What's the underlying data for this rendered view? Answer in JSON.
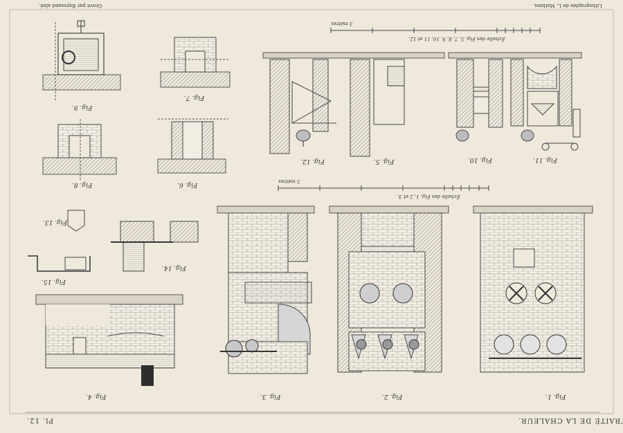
{
  "plate": {
    "title": "TRAITÉ DE LA CHALEUR.",
    "number": "Pl. 12.",
    "engraver_credit": "Gravé par Rayssand aîné.",
    "publisher_credit": "Lithographie de L. Mathieu."
  },
  "figures": [
    {
      "id": "fig1",
      "caption": "Fig. 1."
    },
    {
      "id": "fig2",
      "caption": "Fig. 2."
    },
    {
      "id": "fig3",
      "caption": "Fig. 3."
    },
    {
      "id": "fig4",
      "caption": "Fig. 4."
    },
    {
      "id": "fig5",
      "caption": "Fig. 5."
    },
    {
      "id": "fig6",
      "caption": "Fig. 6."
    },
    {
      "id": "fig7",
      "caption": "Fig. 7."
    },
    {
      "id": "fig8",
      "caption": "Fig. 8."
    },
    {
      "id": "fig9",
      "caption": "Fig. 9."
    },
    {
      "id": "fig10",
      "caption": "Fig. 10."
    },
    {
      "id": "fig11",
      "caption": "Fig. 11."
    },
    {
      "id": "fig12",
      "caption": "Fig. 12."
    },
    {
      "id": "fig13",
      "caption": "Fig. 13."
    },
    {
      "id": "fig14",
      "caption": "Fig. 14."
    },
    {
      "id": "fig15",
      "caption": "Fig. 15."
    }
  ],
  "scales": [
    {
      "id": "scale-top",
      "caption": "Échelle des Fig. 5, 7, 8, 9, 10, 11 et 12.",
      "end_label": "3 mètres"
    },
    {
      "id": "scale-mid",
      "caption": "Échelle des Fig. 1, 2 et 3.",
      "end_label": "5 mètres"
    }
  ],
  "colors": {
    "paper": "#efe9dc",
    "ink": "#3a3a3a",
    "hatch": "#8a8a8a"
  }
}
